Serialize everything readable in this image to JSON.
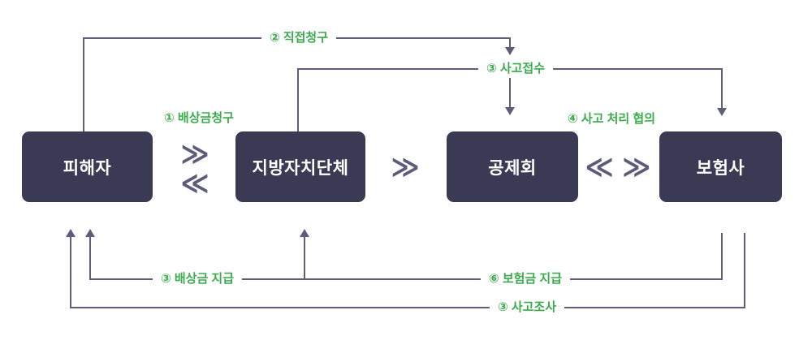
{
  "colors": {
    "background": "#ffffff",
    "box_fill": "#3a3a55",
    "box_text": "#ffffff",
    "line": "#5e5e7b",
    "label_green": "#3cab4e"
  },
  "nodes": {
    "victim": {
      "label": "피해자"
    },
    "localgov": {
      "label": "지방자치단체"
    },
    "mutual": {
      "label": "공제회"
    },
    "insurer": {
      "label": "보험사"
    }
  },
  "flow_labels": {
    "claim_compensation": {
      "label": "① 배상금청구"
    },
    "direct_claim": {
      "label": "② 직접청구"
    },
    "accident_report": {
      "label": "③ 사고접수"
    },
    "handling_consultation": {
      "label": "④ 사고 처리 협의"
    },
    "compensation_payment": {
      "label": "③ 배상금 지급"
    },
    "insurance_payment": {
      "label": "⑥ 보험금 지급"
    },
    "accident_investigation": {
      "label": "③ 사고조사"
    }
  },
  "icons": {
    "chevron_right": "≫",
    "chevron_left": "≪"
  }
}
